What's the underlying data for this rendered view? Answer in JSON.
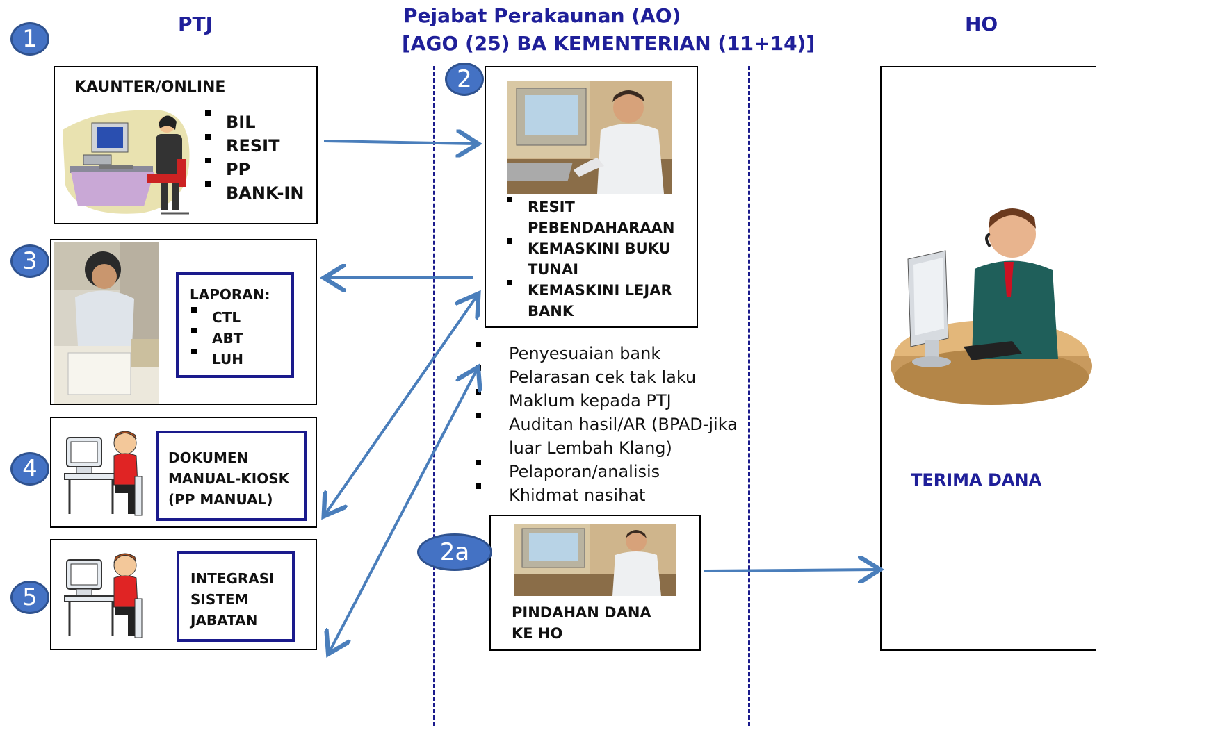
{
  "headers": {
    "ptj": "PTJ",
    "ao_line1": "Pejabat Perakaunan (AO)",
    "ao_line2": "[AGO (25) BA KEMENTERIAN (11+14)]",
    "ho": "HO"
  },
  "step_numbers": {
    "s1": "1",
    "s2": "2",
    "s3": "3",
    "s4": "4",
    "s5": "5",
    "s2a": "2a"
  },
  "box1": {
    "title": "KAUNTER/ONLINE",
    "items": [
      "BIL",
      "RESIT",
      "PP",
      "BANK-IN"
    ]
  },
  "box2": {
    "items": [
      "RESIT PEBENDAHARAAN",
      "KEMASKINI BUKU TUNAI",
      "KEMASKINI LEJAR BANK"
    ]
  },
  "box3": {
    "title": "LAPORAN:",
    "items": [
      "CTL",
      "ABT",
      "LUH"
    ]
  },
  "box4": {
    "text": [
      "DOKUMEN",
      "MANUAL-KIOSK",
      "(PP MANUAL)"
    ]
  },
  "box5": {
    "text": [
      "INTEGRASI",
      "SISTEM",
      "JABATAN"
    ]
  },
  "ao_tasks": [
    "Penyesuaian bank",
    "Pelarasan cek tak laku",
    "Maklum kepada PTJ",
    "Auditan  hasil/AR (BPAD-jika luar Lembah Klang)",
    "Pelaporan/analisis",
    "Khidmat nasihat"
  ],
  "box2a": {
    "text": [
      "PINDAHAN DANA",
      "KE HO"
    ]
  },
  "ho_box": {
    "label": "TERIMA  DANA"
  },
  "colors": {
    "header": "#1f1f99",
    "arrow": "#4a7ebb",
    "badge": "#4472c4",
    "divider": "#1a1a8c"
  },
  "icons": [
    "clerk-at-computer-icon",
    "office-worker-photo",
    "cashier-photo",
    "kid-at-computer-icon",
    "headset-operator-icon"
  ]
}
